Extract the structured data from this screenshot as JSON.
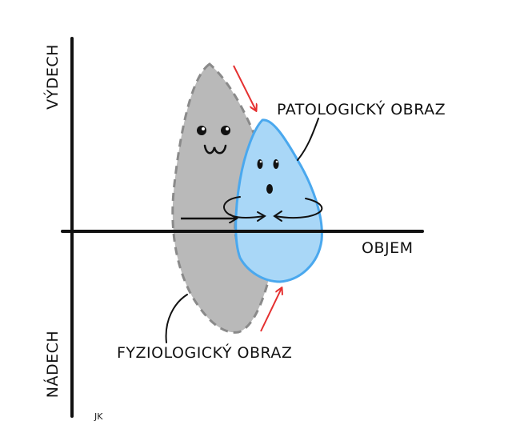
{
  "axes": {
    "y_top_label": "VÝDECH",
    "y_bottom_label": "NÁDECH",
    "x_label": "OBJEM"
  },
  "labels": {
    "pathological": "PATOLOGICKÝ OBRAZ",
    "physiological": "FYZIOLOGICKÝ OBRAZ"
  },
  "signature": "JK",
  "colors": {
    "background": "#ffffff",
    "physiological_fill": "#b9b9b9",
    "physiological_outline": "#8a8a8a",
    "pathological_fill": "#a9d7f7",
    "pathological_outline": "#4aa8ee",
    "arrow_red": "#e53030",
    "ink": "#111111"
  }
}
